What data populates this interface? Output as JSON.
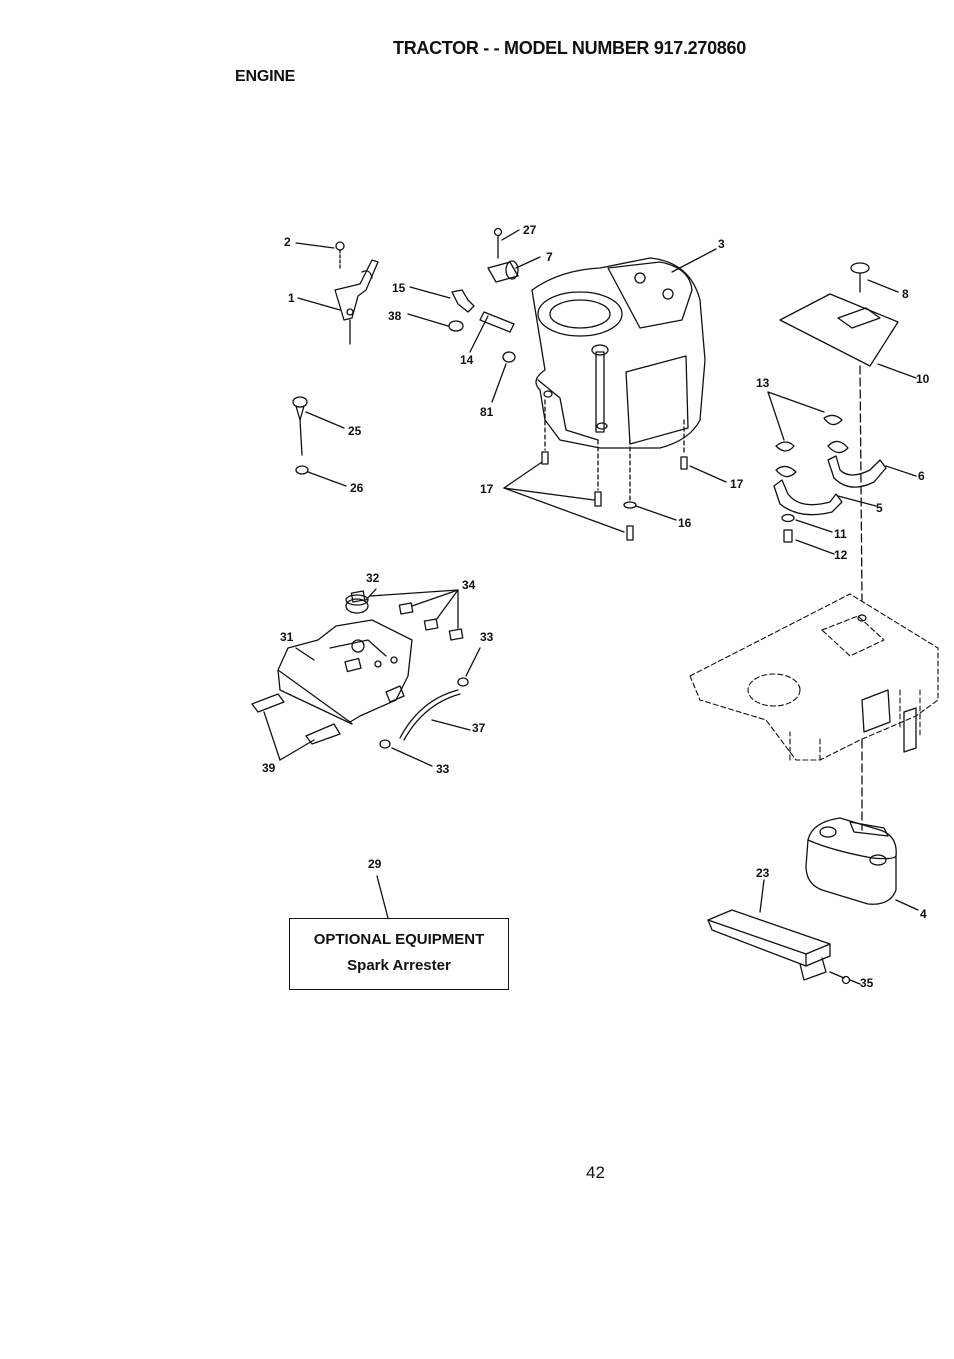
{
  "header": {
    "title": "TRACTOR - - MODEL NUMBER 917.270860",
    "section": "ENGINE"
  },
  "callouts": {
    "c1": "1",
    "c2": "2",
    "c3": "3",
    "c4": "4",
    "c5": "5",
    "c6": "6",
    "c7": "7",
    "c8": "8",
    "c10": "10",
    "c11": "11",
    "c12": "12",
    "c13": "13",
    "c14": "14",
    "c15": "15",
    "c16": "16",
    "c17a": "17",
    "c17b": "17",
    "c23": "23",
    "c25": "25",
    "c26": "26",
    "c27": "27",
    "c29": "29",
    "c31": "31",
    "c32": "32",
    "c33a": "33",
    "c33b": "33",
    "c34": "34",
    "c35": "35",
    "c37": "37",
    "c38": "38",
    "c39": "39",
    "c81": "81"
  },
  "optional_box": {
    "heading": "OPTIONAL EQUIPMENT",
    "item": "Spark Arrester"
  },
  "footer": {
    "page_number": "42"
  }
}
